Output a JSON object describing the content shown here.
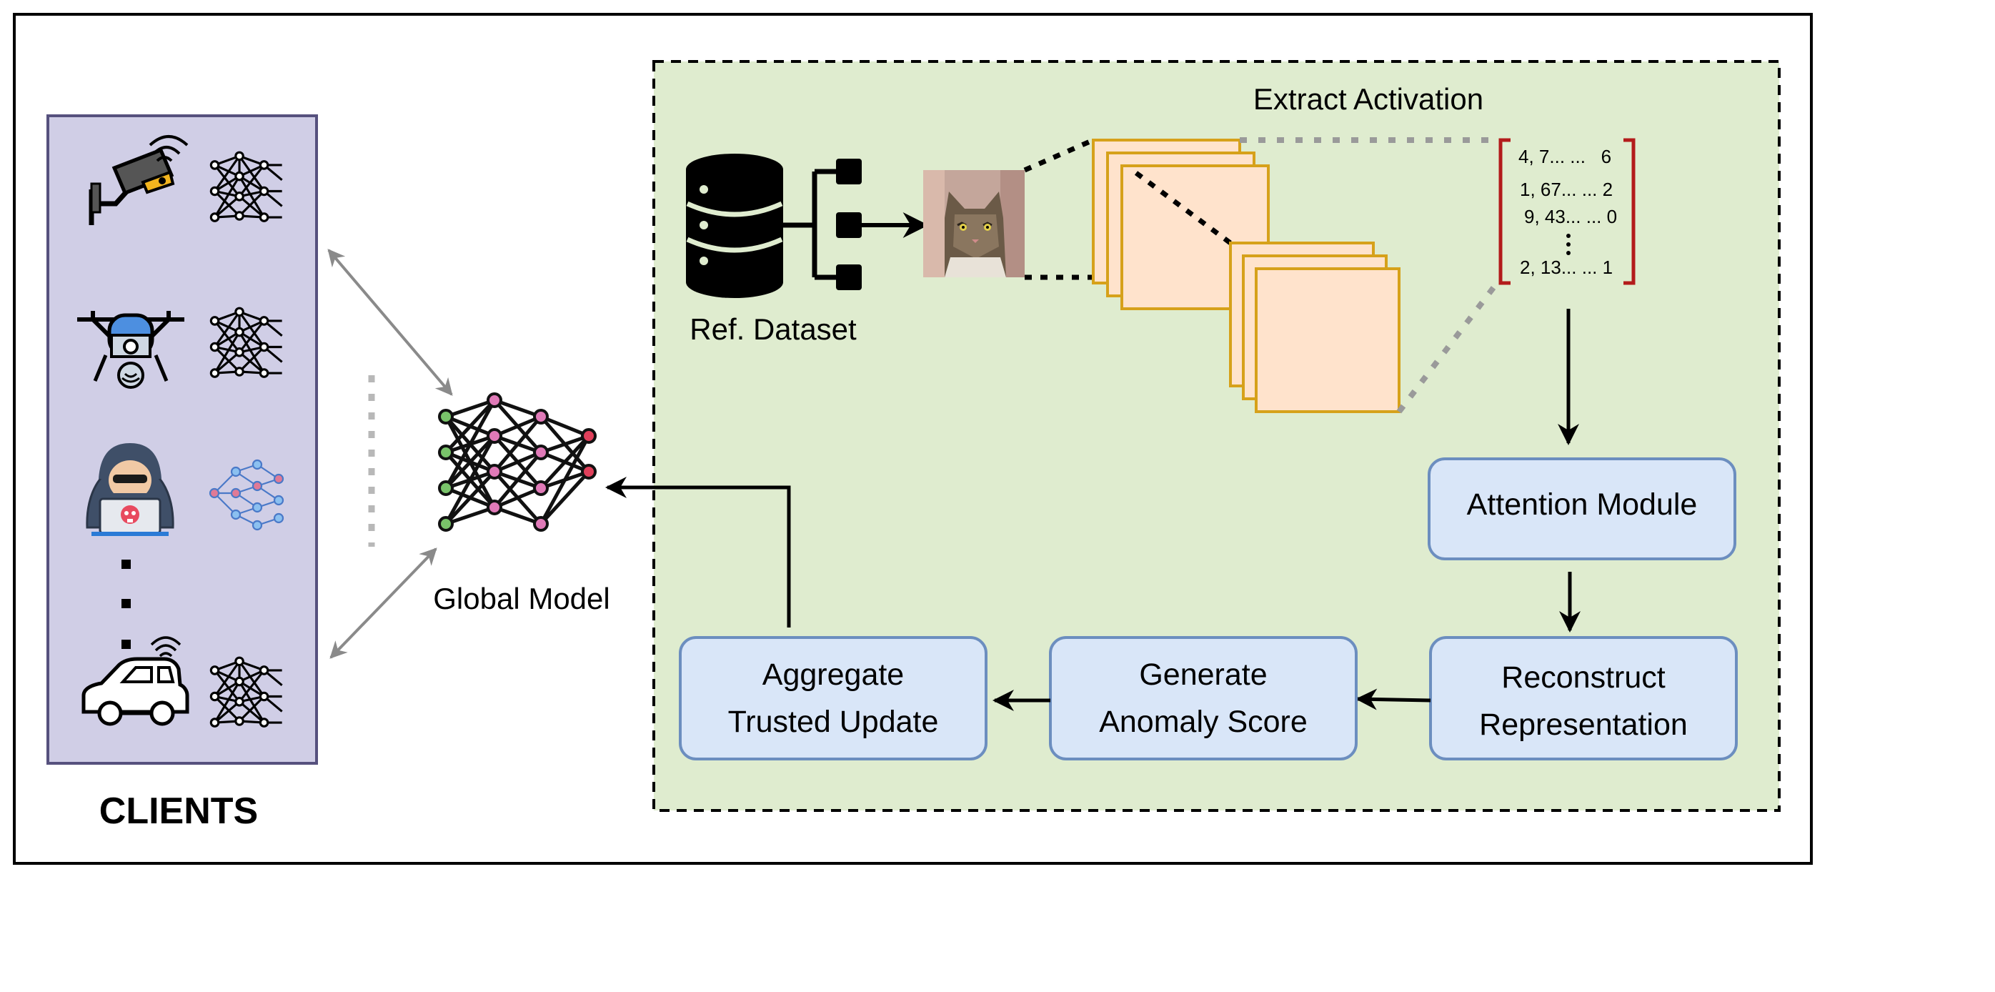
{
  "clients": {
    "heading": "CLIENTS",
    "items": [
      {
        "icon": "security-camera-icon",
        "model_icon": "neural-network-icon"
      },
      {
        "icon": "drone-icon",
        "model_icon": "neural-network-icon"
      },
      {
        "icon": "hacker-icon",
        "model_icon": "poisoned-neural-network-icon"
      },
      {
        "icon": "connected-car-icon",
        "model_icon": "neural-network-icon"
      }
    ]
  },
  "global_model": {
    "label": "Global Model"
  },
  "pipeline": {
    "extract_label": "Extract Activation",
    "dataset_label": "Ref. Dataset",
    "matrix_rows": [
      "4, 7... ...   6",
      "1, 67... ... 2",
      "9, 43... ... 0",
      "2, 13... ... 1"
    ],
    "attention": "Attention Module",
    "reconstruct": [
      "Reconstruct",
      "Representation"
    ],
    "anomaly": [
      "Generate",
      "Anomaly Score"
    ],
    "aggregate": [
      "Aggregate",
      "Trusted Update"
    ]
  },
  "colors": {
    "clients_panel": "#d0cee6",
    "clients_border": "#56517e",
    "pipeline_bg": "#dfeccf",
    "box_fill": "#d9e6f8",
    "box_border": "#6c8ebf",
    "feature_fill": "#ffe3cc",
    "feature_border": "#d6a11a",
    "matrix_bracket": "#b31b1b",
    "node_green": "#79c36a",
    "node_pink": "#e07ab8",
    "node_red": "#e0405b"
  }
}
